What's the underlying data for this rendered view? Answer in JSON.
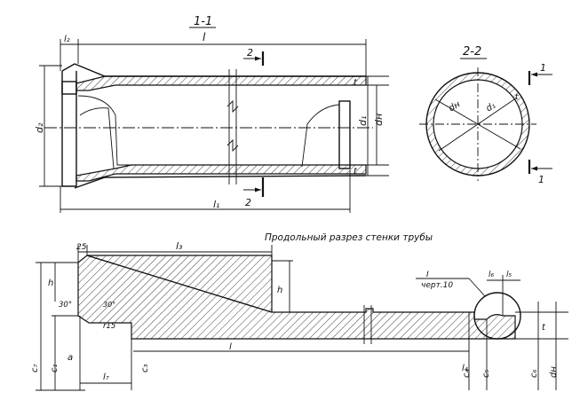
{
  "sections": {
    "section_1_1": "1-1",
    "section_2_2": "2-2",
    "wall_section_title": "Продольный разрез стенки трубы"
  },
  "cut_marks": {
    "cut_2": "2",
    "cut_2b": "2",
    "cut_1_top": "1",
    "cut_1_bottom": "1"
  },
  "dimensions_top": {
    "l": "l",
    "l2": "l₂",
    "l1": "l₁",
    "d2": "d₂",
    "d1": "d₁",
    "dn": "dн",
    "t_top": "t",
    "t_bottom": "t",
    "dn_circle": "dн",
    "d1_circle": "d₁",
    "t_circle": "t"
  },
  "dimensions_bottom": {
    "d25": "25",
    "l3": "l₃",
    "h_left": "h",
    "h_mid": "h",
    "angle": "30°",
    "angle2": "30°",
    "r15": "r15",
    "c7": "c₇",
    "c1": "c₁",
    "a": "a",
    "l7": "l₇",
    "c3": "c₃",
    "l_center": "l",
    "c4": "c₄",
    "c5": "c₅",
    "c6": "c₆",
    "dn_right": "dн",
    "t_right": "t",
    "l4": "l₄",
    "l5": "l₅",
    "detail_ref": "черт.10",
    "detail_num": "I"
  }
}
